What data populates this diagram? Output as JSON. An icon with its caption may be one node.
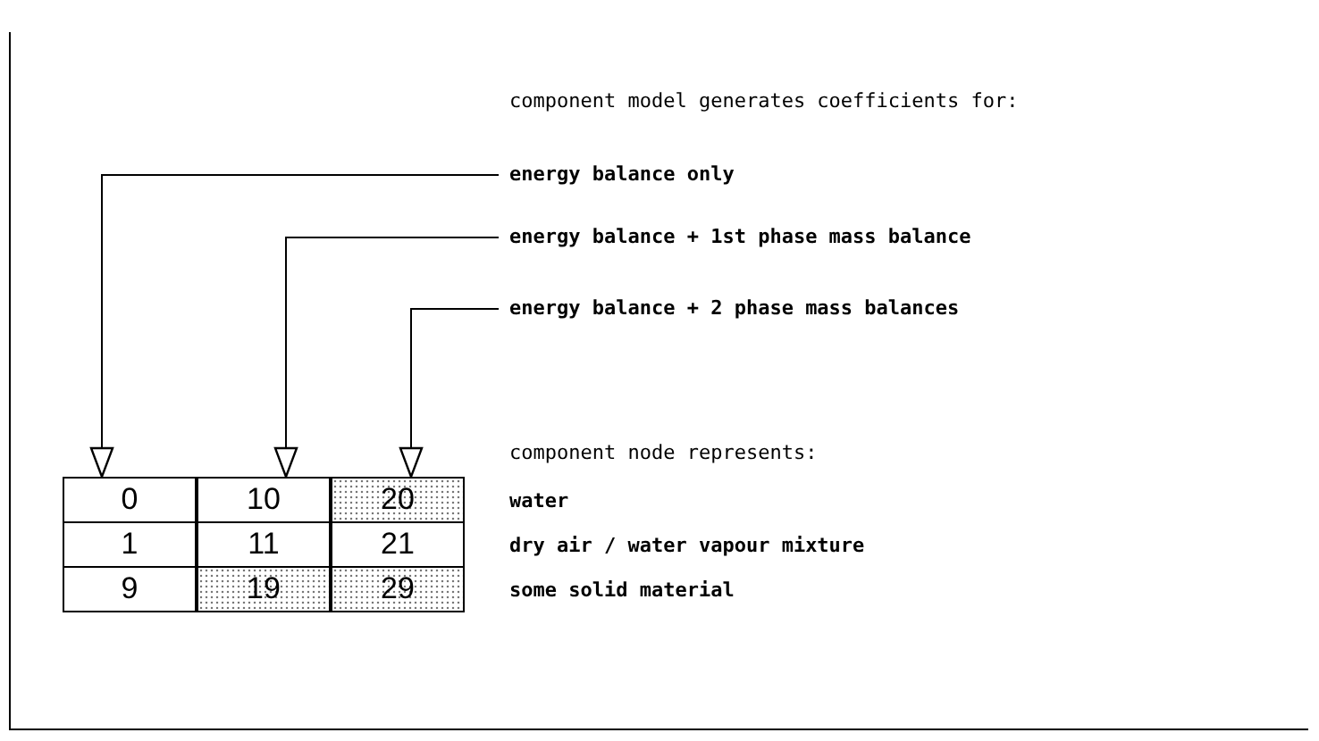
{
  "diagram": {
    "nodes": [
      {
        "text": [
          "energy balance only"
        ]
      },
      {
        "text": [
          "energy balance + 1st phase mass balance"
        ]
      },
      {
        "text": [
          "energy balance + 2 phase mass balances"
        ]
      },
      {
        "text": [
          "0"
        ]
      },
      {
        "text": [
          "10"
        ]
      },
      {
        "text": [
          "20"
        ]
      },
      {
        "text": [
          "1"
        ]
      },
      {
        "text": [
          "11"
        ]
      },
      {
        "text": [
          "21"
        ]
      },
      {
        "text": [
          "9"
        ]
      },
      {
        "text": [
          "19"
        ]
      },
      {
        "text": [
          "29"
        ]
      }
    ],
    "edges": [
      {
        "from": 0,
        "to": 3,
        "arrow": "to"
      },
      {
        "from": 1,
        "to": 4,
        "arrow": "to"
      },
      {
        "from": 2,
        "to": 5,
        "arrow": "to"
      }
    ],
    "labels": [
      "component model generates coefficients for:",
      "component node represents:",
      "water",
      "dry air / water vapour mixture",
      "some solid material"
    ]
  }
}
